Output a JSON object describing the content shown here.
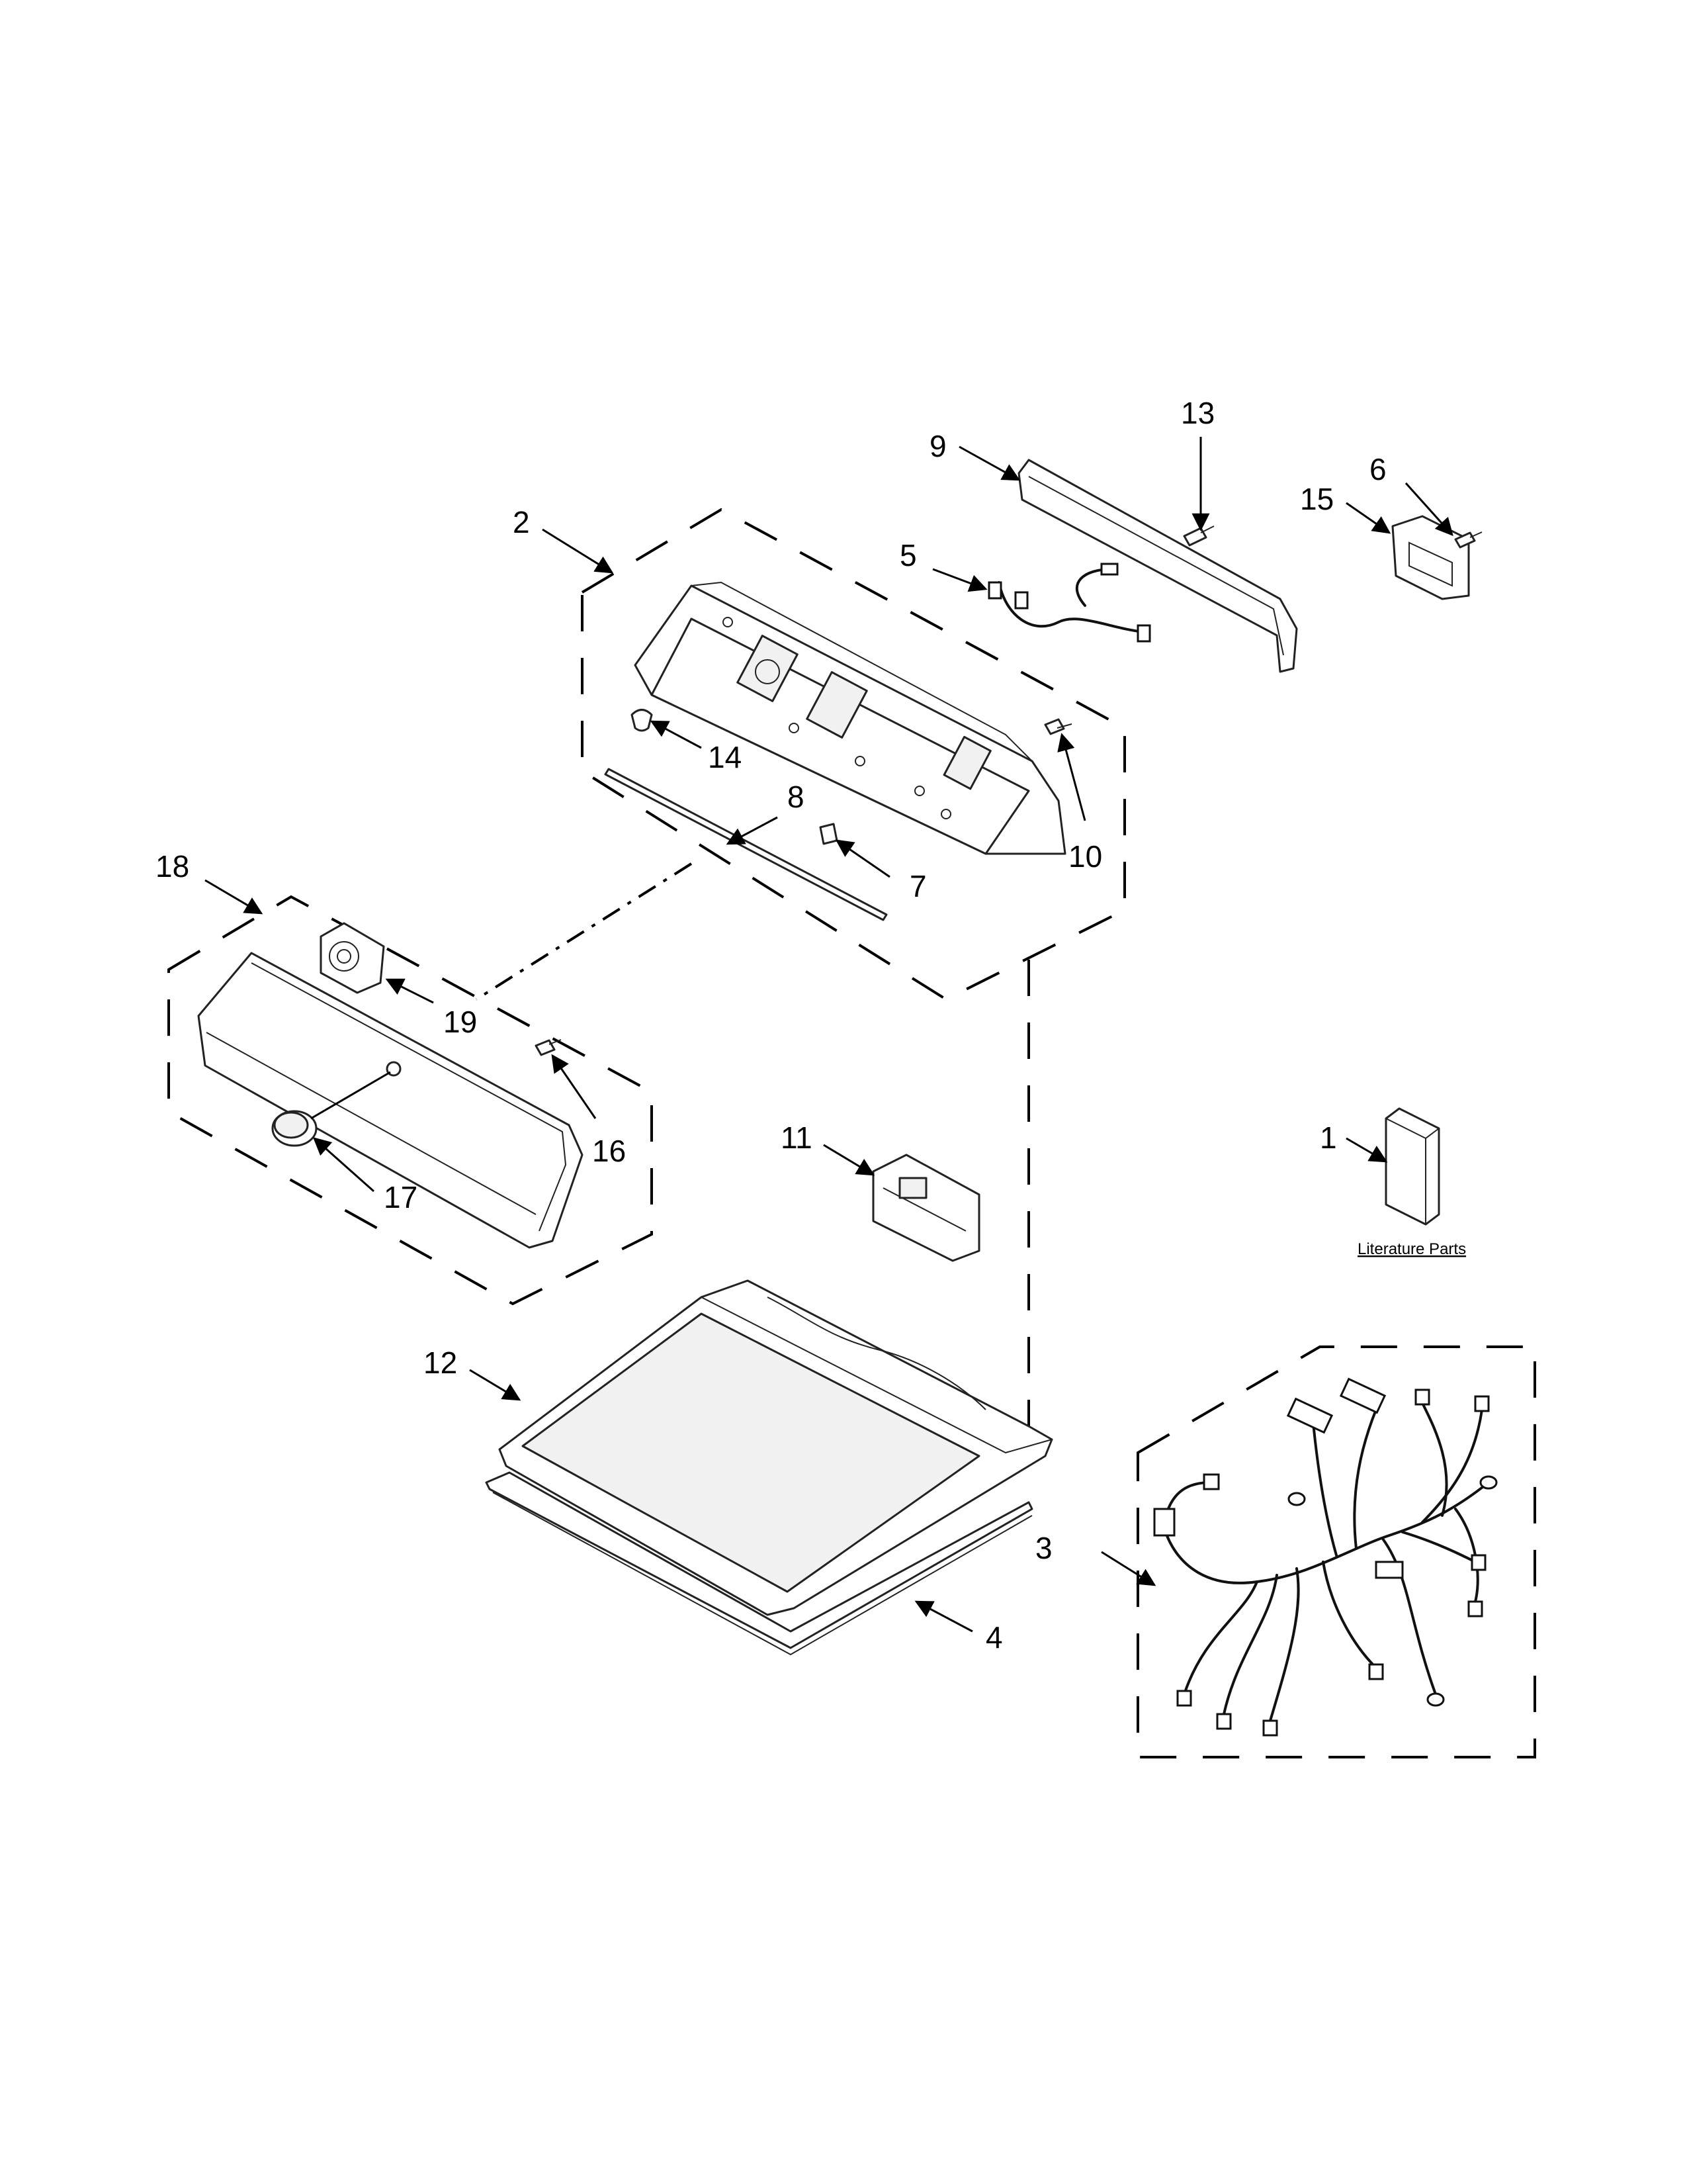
{
  "diagram": {
    "callouts": {
      "c1": "1",
      "c2": "2",
      "c3": "3",
      "c4": "4",
      "c5": "5",
      "c6": "6",
      "c7": "7",
      "c8": "8",
      "c9": "9",
      "c10": "10",
      "c11": "11",
      "c12": "12",
      "c13": "13",
      "c14": "14",
      "c15": "15",
      "c16": "16",
      "c17": "17",
      "c18": "18",
      "c19": "19"
    },
    "literature_label": "Literature Parts"
  }
}
